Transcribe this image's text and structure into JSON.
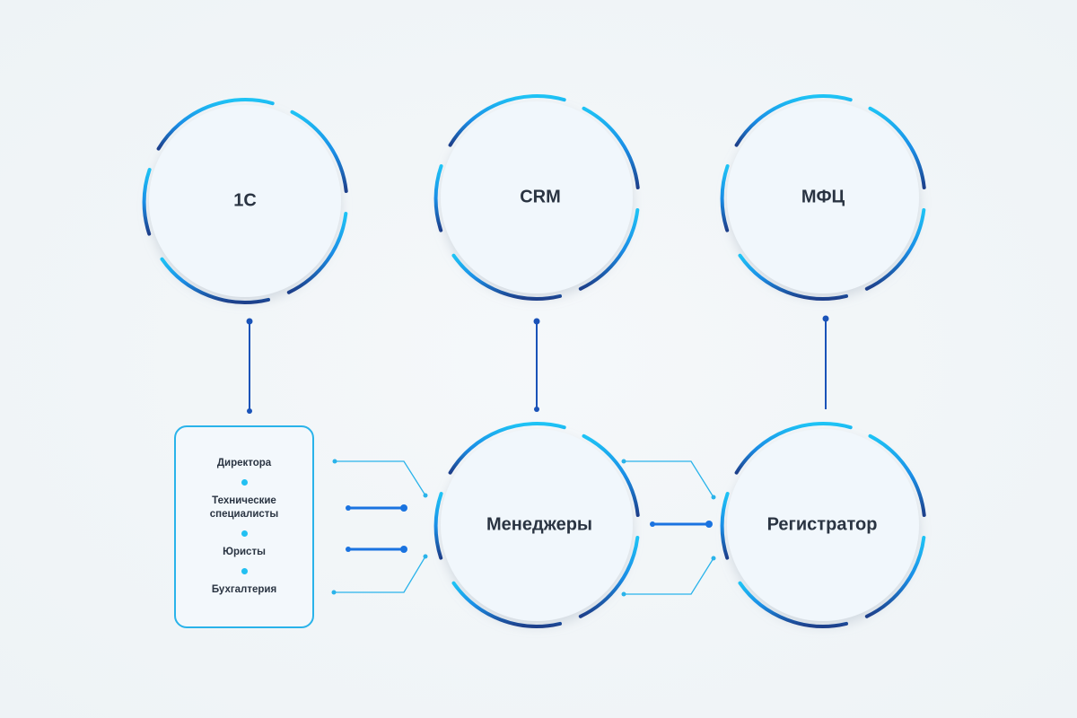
{
  "nodes": {
    "one_c": {
      "label": "1С"
    },
    "crm": {
      "label": "CRM"
    },
    "mfc": {
      "label": "МФЦ"
    },
    "managers": {
      "label": "Менеджеры"
    },
    "registrar": {
      "label": "Регистратор"
    }
  },
  "roles": [
    {
      "label": "Директора"
    },
    {
      "label": "Технические\nспециалисты"
    },
    {
      "label": "Юристы"
    },
    {
      "label": "Бухгалтерия"
    }
  ],
  "colors": {
    "background": "#f2f6f8",
    "circle_fill": "#f1f7fc",
    "arc_light": "#1ec3f5",
    "arc_dark": "#1d3f8a",
    "connector_dark": "#1a53b8",
    "connector_mid": "#1a73e0",
    "connector_light": "#2ab3ea",
    "text": "#2a3442"
  },
  "edges": [
    {
      "from": "one_c",
      "to": "roles"
    },
    {
      "from": "crm",
      "to": "managers"
    },
    {
      "from": "mfc",
      "to": "registrar"
    },
    {
      "from": "roles",
      "to": "managers"
    },
    {
      "from": "managers",
      "to": "registrar"
    }
  ]
}
